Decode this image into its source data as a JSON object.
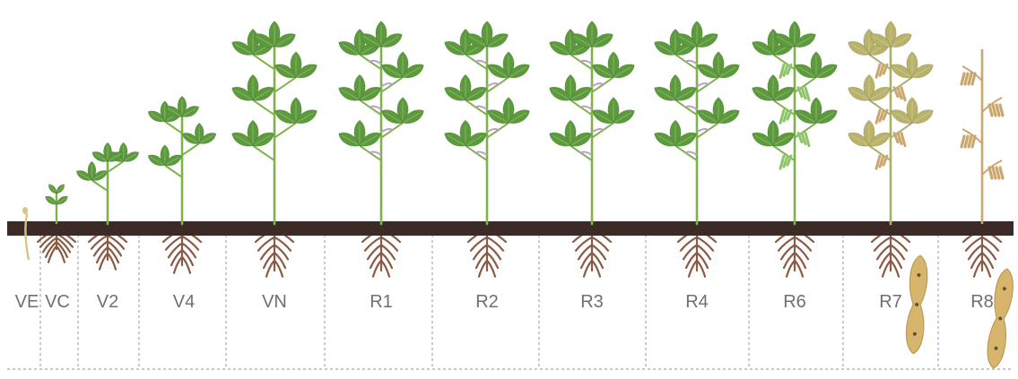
{
  "colors": {
    "soil": "#3b2a26",
    "root": "#8b5a44",
    "stem_green": "#7fb34a",
    "leaf_green": "#5c9a3c",
    "leaf_light": "#8cc46a",
    "leaf_yellow": "#b9b26a",
    "leaf_tan": "#c9a76e",
    "pod_tan": "#d7b56d",
    "flower_purple": "#b7a1c4",
    "divider": "#b5b5b5",
    "label": "#6f6f6f"
  },
  "stages": [
    {
      "label": "VE",
      "plant": "seedling"
    },
    {
      "label": "VC",
      "plant": "cotyledon"
    },
    {
      "label": "V2",
      "plant": "small-green"
    },
    {
      "label": "V4",
      "plant": "medium-green"
    },
    {
      "label": "VN",
      "plant": "tall-green"
    },
    {
      "label": "R1",
      "plant": "tall-green-flowers"
    },
    {
      "label": "R2",
      "plant": "tall-green-flowers"
    },
    {
      "label": "R3",
      "plant": "tall-green-flowers"
    },
    {
      "label": "R4",
      "plant": "tall-green-flowers"
    },
    {
      "label": "R6",
      "plant": "tall-green-pods"
    },
    {
      "label": "R7",
      "plant": "tall-yellowing"
    },
    {
      "label": "R8",
      "plant": "mature-tan"
    }
  ]
}
